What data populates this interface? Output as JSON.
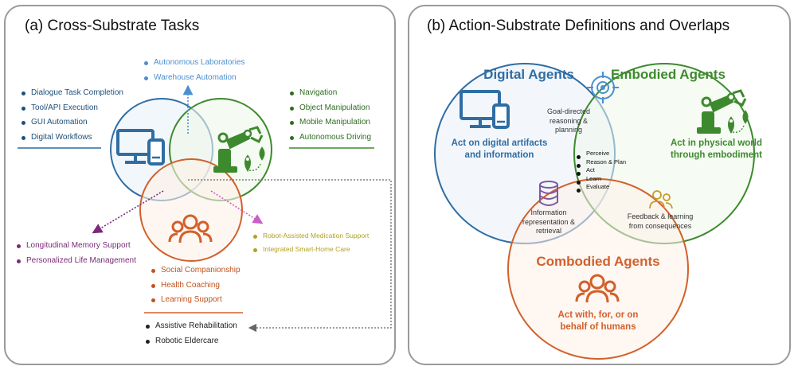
{
  "panel_a": {
    "title": "(a) Cross-Substrate Tasks",
    "top_tasks": [
      "Autonomous Laboratories",
      "Warehouse Automation"
    ],
    "digital_tasks": [
      "Dialogue Task Completion",
      "Tool/API Execution",
      "GUI Automation",
      "Digital Workflows"
    ],
    "embodied_tasks": [
      "Navigation",
      "Object Manipulation",
      "Mobile Manipulation",
      "Autonomous Driving"
    ],
    "digital_combodied_tasks": [
      "Longitudinal Memory Support",
      "Personalized Life Management"
    ],
    "embodied_combodied_tasks": [
      "Robot-Assisted Medication Support",
      "Integrated Smart-Home Care"
    ],
    "combodied_tasks": [
      "Social Companionship",
      "Health Coaching",
      "Learning Support"
    ],
    "all_three_tasks": [
      "Assistive Rehabilitation",
      "Robotic Eldercare"
    ]
  },
  "panel_b": {
    "title": "(b) Action-Substrate Definitions and Overlaps",
    "digital": {
      "name": "Digital Agents",
      "desc_1": "Act on digital artifacts",
      "desc_2": "and information"
    },
    "embodied": {
      "name": "Embodied Agents",
      "desc_1": "Act in physical world",
      "desc_2": "through embodiment"
    },
    "combodied": {
      "name": "Combodied Agents",
      "desc_1": "Act with, for, or on",
      "desc_2": "behalf of humans"
    },
    "overlap_de": [
      "Goal-directed",
      "reasoning &",
      "planning"
    ],
    "overlap_dc": [
      "Information",
      "representation &",
      "retrieval"
    ],
    "overlap_ec": [
      "Feedback & learning",
      "from consequences"
    ],
    "center_items": [
      "Perceive",
      "Reason & Plan",
      "Act",
      "Learn",
      "Evaluate"
    ]
  },
  "colors": {
    "digital": "#2f6da3",
    "embodied": "#3d8a2e",
    "combodied": "#d2602a",
    "top_tasks": "#4a8fd0",
    "memory": "#7b2b78",
    "smart_home": "#b3a21c",
    "eldercare": "#333333"
  }
}
